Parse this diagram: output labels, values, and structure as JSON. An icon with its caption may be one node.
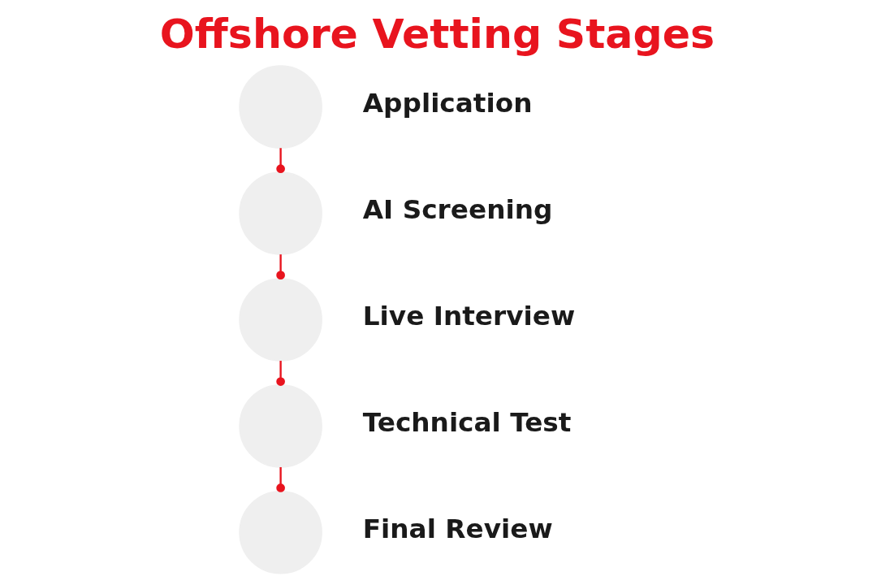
{
  "diagram": {
    "title": "Offshore Vetting Stages",
    "nodes": [
      {
        "text": [],
        "shape": "circle",
        "beside": [
          "Application"
        ]
      },
      {
        "text": [],
        "shape": "circle",
        "beside": [
          "AI Screening"
        ]
      },
      {
        "text": [],
        "shape": "circle",
        "beside": [
          "Live Interview"
        ]
      },
      {
        "text": [],
        "shape": "circle",
        "beside": [
          "Technical Test"
        ]
      },
      {
        "text": [],
        "shape": "circle",
        "beside": [
          "Final Review"
        ]
      }
    ],
    "edges": [
      {
        "from": 0,
        "to": 1,
        "arrow": "other"
      },
      {
        "from": 1,
        "to": 2,
        "arrow": "other"
      },
      {
        "from": 2,
        "to": 3,
        "arrow": "other"
      },
      {
        "from": 3,
        "to": 4,
        "arrow": "other"
      }
    ]
  }
}
